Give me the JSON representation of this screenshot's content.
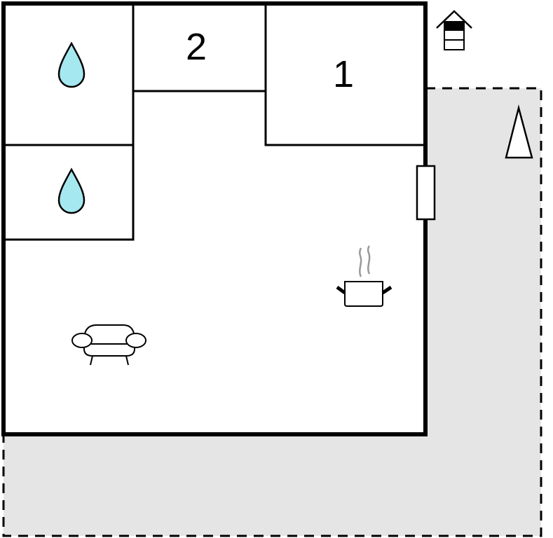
{
  "rooms": [
    {
      "id": "bedroom-1",
      "label": "1"
    },
    {
      "id": "bedroom-2",
      "label": "2"
    }
  ],
  "icons": [
    "bathroom-drop-icon",
    "bathroom-drop-icon",
    "stairs-up-icon",
    "parasol-icon",
    "cooking-pot-icon",
    "sofa-icon",
    "window-icon"
  ],
  "colors": {
    "wall": "#000000",
    "terrace": "#e5e5e5",
    "water": "#a6e8f0",
    "steam": "#999999"
  }
}
